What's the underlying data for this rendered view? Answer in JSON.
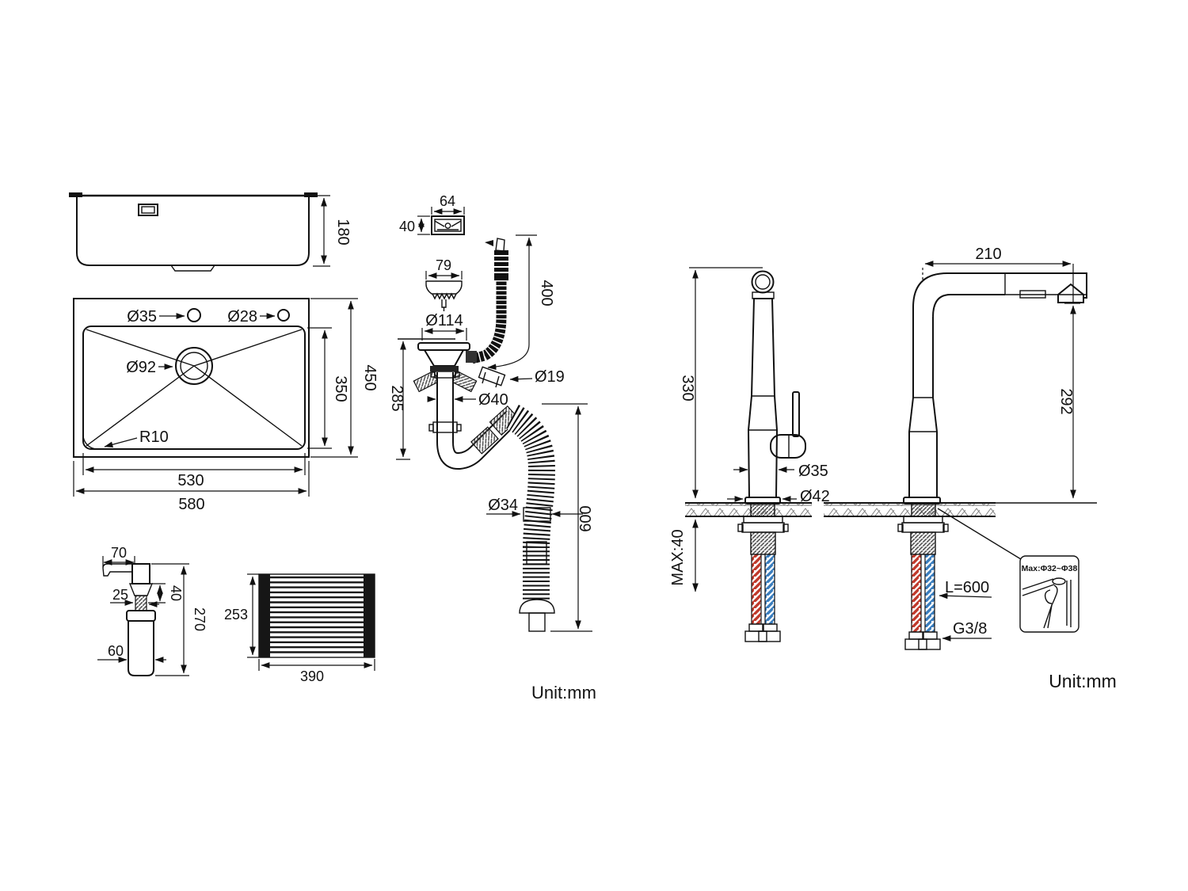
{
  "page": {
    "unit_label_left": "Unit:mm",
    "unit_label_right": "Unit:mm"
  },
  "colors": {
    "hot_hose": "#c0392b",
    "cold_hose": "#3a7dbd",
    "line": "#111111"
  },
  "sink_side_view": {
    "height": "180"
  },
  "sink_top_view": {
    "faucet_hole": "Ø35",
    "soap_hole": "Ø28",
    "drain_hole": "Ø92",
    "corner_radius": "R10",
    "bowl_width": "530",
    "overall_width": "580",
    "overall_depth": "450",
    "bowl_depth": "350"
  },
  "soap_dispenser": {
    "spout_length": "70",
    "thread_width": "25",
    "thread_height": "40",
    "total_height": "270",
    "bottle_width": "60"
  },
  "rollup_rack": {
    "depth": "253",
    "width": "390"
  },
  "drain_assembly": {
    "overflow_cover_width": "64",
    "overflow_cover_height": "40",
    "strainer_diameter": "79",
    "flange_diameter": "Ø114",
    "overflow_hose_length": "400",
    "body_height": "285",
    "overflow_pipe_diameter": "Ø19",
    "tailpipe_diameter": "Ø40",
    "waste_hose_diameter": "Ø34",
    "waste_hose_length": "600"
  },
  "faucet_side_view": {
    "spout_height": "330",
    "body_diameter": "Ø35",
    "base_diameter": "Ø42",
    "max_counter_thickness": "MAX:40"
  },
  "faucet_front_view": {
    "spout_reach": "210",
    "outlet_height": "292",
    "supply_hose_length": "L=600",
    "thread_size": "G3/8",
    "mounting_hole_range": "Max:Φ32~Φ38"
  }
}
